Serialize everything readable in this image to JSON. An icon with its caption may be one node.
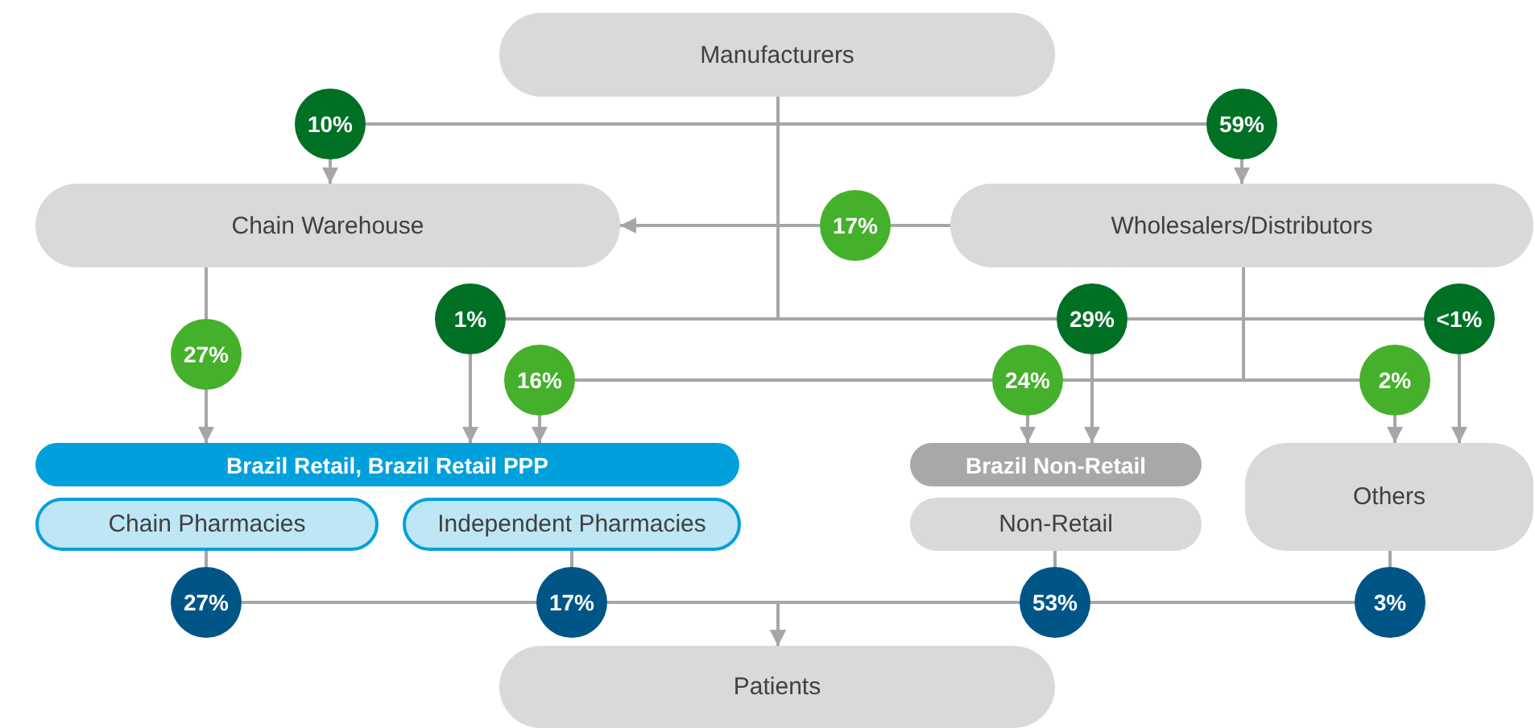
{
  "diagram": {
    "nodes": [
      {
        "text": [
          "Manufacturers"
        ]
      },
      {
        "text": [
          "10%"
        ]
      },
      {
        "text": [
          "59%"
        ]
      },
      {
        "text": [
          "Chain Warehouse"
        ]
      },
      {
        "text": [
          "17%"
        ]
      },
      {
        "text": [
          "Wholesalers/Distributors"
        ]
      },
      {
        "text": [
          "27%"
        ]
      },
      {
        "text": [
          "1%"
        ]
      },
      {
        "text": [
          "16%"
        ]
      },
      {
        "text": [
          "29%"
        ]
      },
      {
        "text": [
          "24%"
        ]
      },
      {
        "text": [
          "<1%"
        ]
      },
      {
        "text": [
          "2%"
        ]
      },
      {
        "text": [
          "Brazil Retail, Brazil Retail PPP"
        ]
      },
      {
        "text": [
          "Chain Pharmacies"
        ]
      },
      {
        "text": [
          "Independent Pharmacies"
        ]
      },
      {
        "text": [
          "Brazil Non-Retail"
        ]
      },
      {
        "text": [
          "Non-Retail"
        ]
      },
      {
        "text": [
          "Others"
        ]
      },
      {
        "text": [
          "27%"
        ]
      },
      {
        "text": [
          "17%"
        ]
      },
      {
        "text": [
          "53%"
        ]
      },
      {
        "text": [
          "3%"
        ]
      },
      {
        "text": [
          "Patients"
        ]
      }
    ],
    "edges": [
      {
        "from": 0,
        "to": 1,
        "arrow": "none"
      },
      {
        "from": 1,
        "to": 3,
        "arrow": "to"
      },
      {
        "from": 0,
        "to": 2,
        "arrow": "none"
      },
      {
        "from": 2,
        "to": 5,
        "arrow": "to"
      },
      {
        "from": 5,
        "to": 4,
        "arrow": "none"
      },
      {
        "from": 4,
        "to": 3,
        "arrow": "to"
      },
      {
        "from": 0,
        "to": 7,
        "arrow": "none"
      },
      {
        "from": 0,
        "to": 9,
        "arrow": "none"
      },
      {
        "from": 9,
        "to": 11,
        "arrow": "none"
      },
      {
        "from": 7,
        "to": 13,
        "arrow": "to"
      },
      {
        "from": 9,
        "to": 16,
        "arrow": "to"
      },
      {
        "from": 11,
        "to": 18,
        "arrow": "to"
      },
      {
        "from": 10,
        "to": 8,
        "arrow": "none"
      },
      {
        "from": 5,
        "to": 10,
        "arrow": "none"
      },
      {
        "from": 5,
        "to": 12,
        "arrow": "none"
      },
      {
        "from": 8,
        "to": 13,
        "arrow": "to"
      },
      {
        "from": 10,
        "to": 16,
        "arrow": "to"
      },
      {
        "from": 12,
        "to": 18,
        "arrow": "to"
      },
      {
        "from": 3,
        "to": 6,
        "arrow": "none"
      },
      {
        "from": 6,
        "to": 13,
        "arrow": "to"
      },
      {
        "from": 14,
        "to": 19,
        "arrow": "none"
      },
      {
        "from": 15,
        "to": 20,
        "arrow": "none"
      },
      {
        "from": 17,
        "to": 21,
        "arrow": "none"
      },
      {
        "from": 18,
        "to": 22,
        "arrow": "none"
      },
      {
        "from": 19,
        "to": 20,
        "arrow": "none"
      },
      {
        "from": 20,
        "to": 23,
        "arrow": "to"
      },
      {
        "from": 21,
        "to": 23,
        "arrow": "to"
      },
      {
        "from": 22,
        "to": 21,
        "arrow": "none"
      }
    ]
  }
}
